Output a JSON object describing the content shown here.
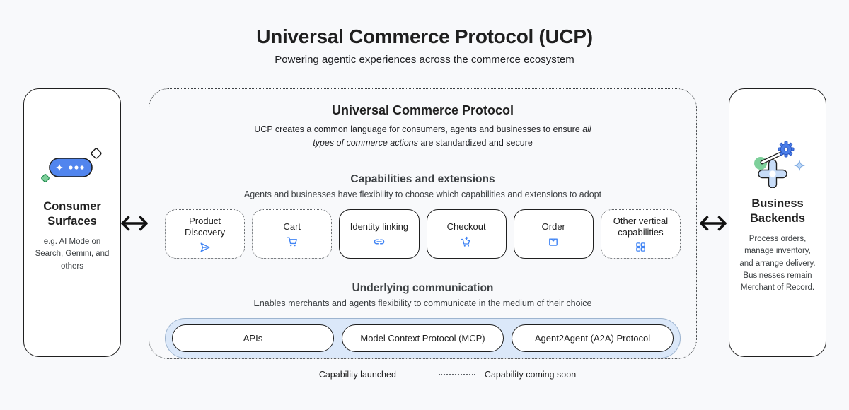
{
  "header": {
    "title": "Universal Commerce Protocol (UCP)",
    "subtitle": "Powering agentic experiences across the commerce ecosystem"
  },
  "consumer_surfaces": {
    "title": "Consumer Surfaces",
    "description": "e.g. AI Mode on Search, Gemini, and others",
    "icon": "chat-sparkle-icon"
  },
  "business_backends": {
    "title": "Business Backends",
    "description": "Process orders, manage inventory, and arrange delivery. Businesses remain Merchant of Record.",
    "icon": "gears-icon"
  },
  "ucp": {
    "title": "Universal Commerce Protocol",
    "desc_prefix": "UCP creates a common language for consumers, agents and businesses to ensure ",
    "desc_italic": "all types of commerce actions",
    "desc_suffix": " are standardized and secure",
    "capabilities": {
      "title": "Capabilities and extensions",
      "subtitle": "Agents and businesses have flexibility to choose which capabilities and extensions to adopt",
      "items": [
        {
          "label": "Product Discovery",
          "icon": "send-icon",
          "status": "coming-soon"
        },
        {
          "label": "Cart",
          "icon": "cart-icon",
          "status": "coming-soon"
        },
        {
          "label": "Identity linking",
          "icon": "link-icon",
          "status": "launched"
        },
        {
          "label": "Checkout",
          "icon": "cart-checkout-icon",
          "status": "launched"
        },
        {
          "label": "Order",
          "icon": "package-icon",
          "status": "launched"
        },
        {
          "label": "Other vertical capabilities",
          "icon": "grid-icon",
          "status": "coming-soon"
        }
      ]
    },
    "communication": {
      "title": "Underlying communication",
      "subtitle": "Enables merchants and agents flexibility to communicate in the medium of their choice",
      "items": [
        "APIs",
        "Model Context Protocol (MCP)",
        "Agent2Agent (A2A) Protocol"
      ]
    }
  },
  "legend": {
    "launched": "Capability launched",
    "coming_soon": "Capability coming soon"
  },
  "colors": {
    "accent_blue": "#4285f4",
    "pill_blue": "#5185ee",
    "light_blue_fill": "#dbe8f9",
    "green": "#7ed09b",
    "ink": "#1f1f1f",
    "background": "#f8f9fb"
  }
}
